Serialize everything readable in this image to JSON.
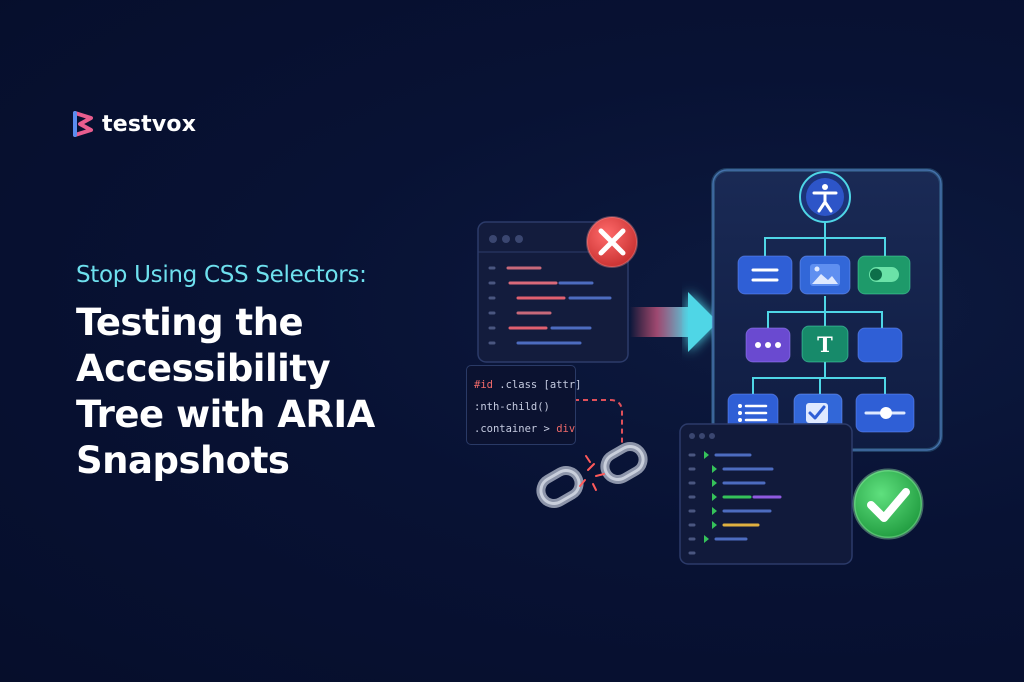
{
  "brand": {
    "name": "testvox"
  },
  "subtitle": "Stop Using CSS Selectors:",
  "title_lines": [
    "Testing the",
    "Accessibility",
    "Tree with ARIA",
    "Snapshots"
  ],
  "css_snippet": {
    "line1_id": "#id",
    "line1_rest": " .class [attr]",
    "line2": ":nth-child()",
    "line3_prefix": ".container > ",
    "line3_div": "div"
  },
  "tree_node_letter": "T",
  "colors": {
    "accent_cyan": "#6ee0ee",
    "error_red": "#e94848",
    "success_green": "#35c25a",
    "node_blue": "#2f5fd6"
  },
  "icons": [
    "logo-mark-icon",
    "close-icon",
    "arrow-right-icon",
    "accessibility-icon",
    "broken-link-icon",
    "check-icon"
  ]
}
